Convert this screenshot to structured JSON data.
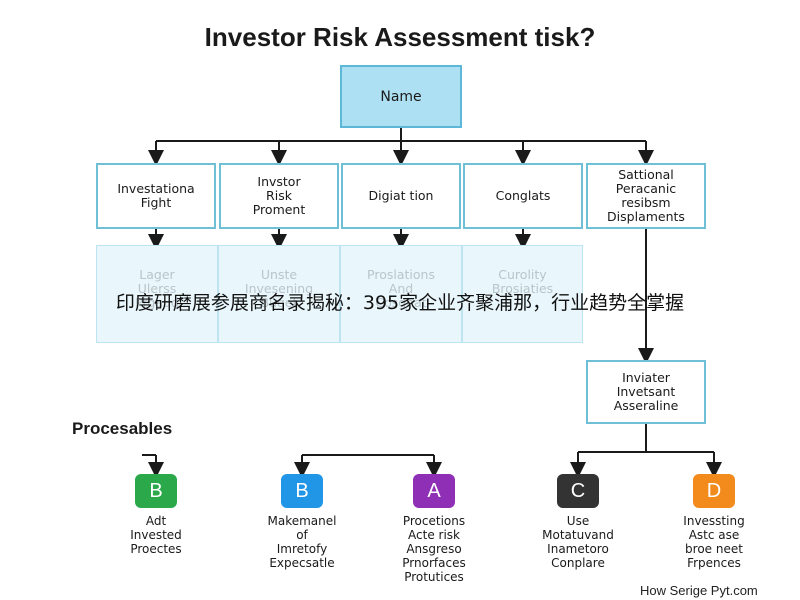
{
  "title": "Investor Risk Assessment tisk?",
  "root": "Name",
  "level1": [
    "Investationa\nFight",
    "Invstor\nRisk\nProment",
    "Digiat tion",
    "Conglats",
    "Sattional\nPeracanic\nresibsm\nDisplaments"
  ],
  "faded": [
    "Lager\nUlerss\nPrgaud",
    "Unste\nInvesening\nBuget",
    "Proslations\nAnd\nCosgnat",
    "Curolity\nBrosiaties"
  ],
  "banner": "印度研磨展参展商名录揭秘：395家企业齐聚浦那，行业趋势全掌握",
  "investor_box": "Inviater\nInvetsant\nAsseraline",
  "section_label": "Procesables",
  "badges": [
    {
      "letter": "B",
      "color": "#2aa84a",
      "label": "Adt\nInvested\nProectes"
    },
    {
      "letter": "B",
      "color": "#2196e6",
      "label": "Makemanel\nof\nImretofy\nExpecsatle"
    },
    {
      "letter": "A",
      "color": "#8e2fb5",
      "label": "Procetions\nActe risk\nAnsgreso\nPrnorfaces\nProtutices"
    },
    {
      "letter": "C",
      "color": "#333333",
      "label": "Use\nMotatuvand\nInametoro\nConplare"
    },
    {
      "letter": "D",
      "color": "#f28a1c",
      "label": "Invessting\nAstc ase\nbroe neet\nFrpences"
    }
  ],
  "footer": "How Serige Pyt.com"
}
